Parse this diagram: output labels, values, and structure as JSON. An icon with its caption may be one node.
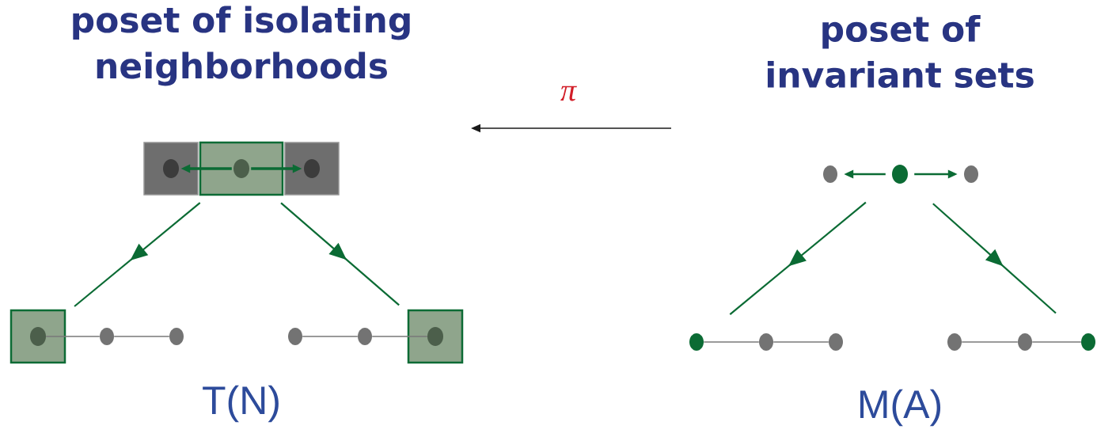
{
  "diagram": {
    "nodes": [
      {
        "text": [],
        "shape": "box"
      },
      {
        "text": [],
        "shape": "circle",
        "in": 0
      },
      {
        "text": [],
        "shape": "box"
      },
      {
        "text": [],
        "shape": "circle",
        "in": 2
      },
      {
        "text": [],
        "shape": "box"
      },
      {
        "text": [],
        "shape": "circle",
        "in": 4
      },
      {
        "text": [],
        "shape": "circle"
      },
      {
        "text": [],
        "shape": "circle"
      },
      {
        "text": [],
        "shape": "circle"
      },
      {
        "text": [],
        "shape": "box"
      },
      {
        "text": [],
        "shape": "circle",
        "in": 9
      },
      {
        "text": [],
        "shape": "circle"
      },
      {
        "text": [],
        "shape": "circle"
      },
      {
        "text": [],
        "shape": "circle"
      },
      {
        "text": [],
        "shape": "circle"
      },
      {
        "text": [],
        "shape": "box"
      },
      {
        "text": [],
        "shape": "circle",
        "in": 15
      },
      {
        "text": [],
        "shape": "circle"
      },
      {
        "text": [],
        "shape": "circle"
      },
      {
        "text": [],
        "shape": "circle"
      },
      {
        "text": [],
        "shape": "circle"
      },
      {
        "text": [],
        "shape": "circle"
      },
      {
        "text": [],
        "shape": "circle"
      }
    ],
    "edges": [
      {
        "from": 3,
        "to": 1,
        "arrow": "to",
        "color": "#0b6b34"
      },
      {
        "from": 3,
        "to": 5,
        "arrow": "to",
        "color": "#0b6b34"
      },
      {
        "from": 7,
        "to": 6,
        "arrow": "to",
        "color": "#0b6b34"
      },
      {
        "from": 7,
        "to": 8,
        "arrow": "to",
        "color": "#0b6b34"
      },
      {
        "from": 2,
        "to": 9,
        "arrow": "to",
        "color": "#0b6b34"
      },
      {
        "from": 2,
        "to": 15,
        "arrow": "to",
        "color": "#0b6b34"
      },
      {
        "from": 7,
        "to": 17,
        "arrow": "to",
        "color": "#0b6b34"
      },
      {
        "from": 7,
        "to": 22,
        "arrow": "to",
        "color": "#0b6b34"
      },
      {
        "from": 10,
        "to": 11,
        "arrow": "none",
        "color": "#787878"
      },
      {
        "from": 11,
        "to": 12,
        "arrow": "none",
        "color": "#787878"
      },
      {
        "from": 13,
        "to": 14,
        "arrow": "none",
        "color": "#787878"
      },
      {
        "from": 14,
        "to": 16,
        "arrow": "none",
        "color": "#787878"
      },
      {
        "from": 17,
        "to": 18,
        "arrow": "none",
        "color": "#787878"
      },
      {
        "from": 18,
        "to": 19,
        "arrow": "none",
        "color": "#787878"
      },
      {
        "from": 20,
        "to": 21,
        "arrow": "none",
        "color": "#787878"
      },
      {
        "from": 21,
        "to": 22,
        "arrow": "none",
        "color": "#787878"
      }
    ],
    "labels": [
      "poset of isolating neighborhoods",
      "π",
      "poset of invariant sets",
      "T(N)",
      "M(A)"
    ]
  }
}
